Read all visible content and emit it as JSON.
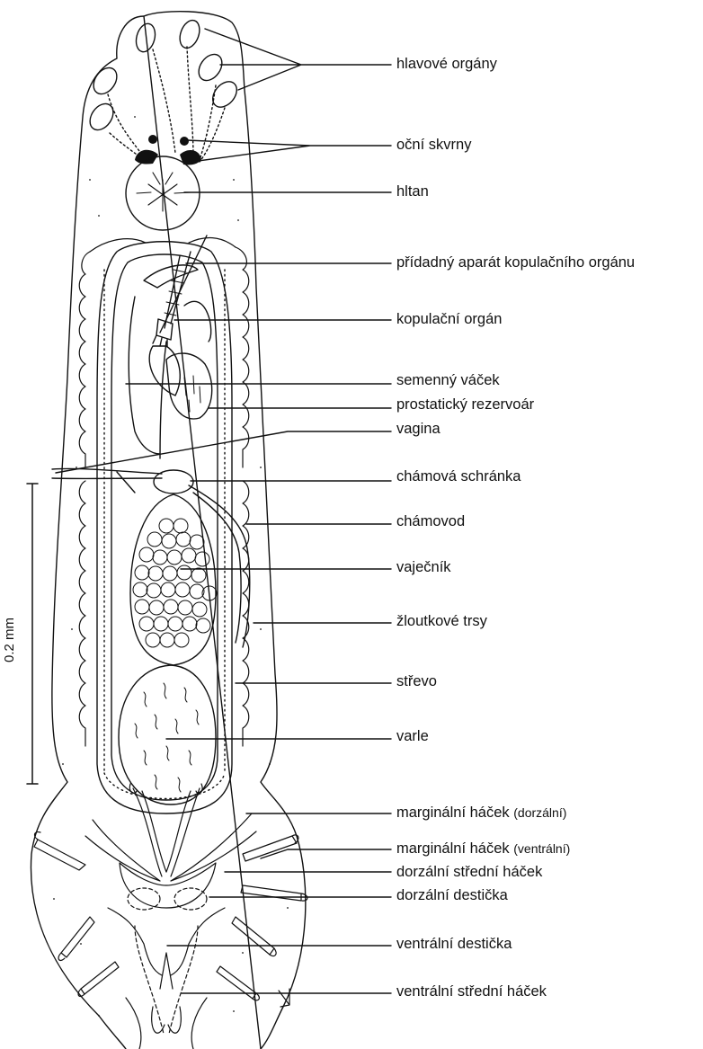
{
  "labels": {
    "hlavove_organy": "hlavové orgány",
    "ocni_skvrny": "oční skvrny",
    "hltan": "hltan",
    "pridadny_aparat": "přídadný aparát kopulačního orgánu",
    "kopulacni_organ": "kopulační orgán",
    "semenny_vacek": "semenný váček",
    "prostaticky_rezervoar": "prostatický rezervoár",
    "vagina": "vagina",
    "chamova_schranka": "chámová schránka",
    "chamovod": "chámovod",
    "vajecnik": "vaječník",
    "zloutkove_trsy": "žloutkové trsy",
    "strevo": "střevo",
    "varle": "varle",
    "marginalni_dorz_main": "marginální háček",
    "marginalni_dorz_sub": "(dorzální)",
    "marginalni_ventr_main": "marginální háček",
    "marginalni_ventr_sub": "(ventrální)",
    "dorzalni_stredni_hacek": "dorzální střední háček",
    "dorzalni_desticka": "dorzální destička",
    "ventralni_desticka": "ventrální destička",
    "ventralni_stredni_hacek": "ventrální střední háček"
  },
  "scale_bar": {
    "label": "0.2 mm"
  },
  "colors": {
    "ink": "#111111",
    "background": "#ffffff"
  }
}
